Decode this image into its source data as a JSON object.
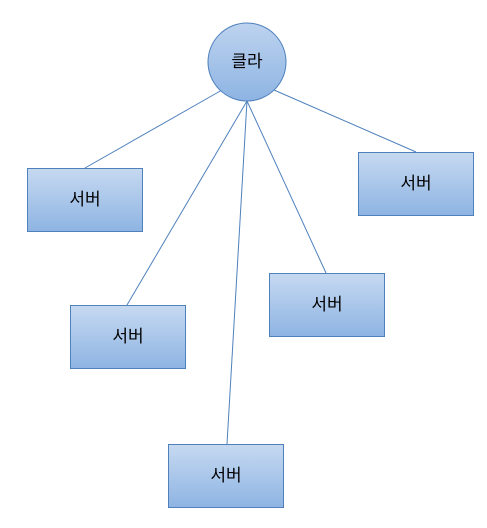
{
  "diagram": {
    "client": {
      "label": "클라"
    },
    "servers": [
      {
        "label": "서버"
      },
      {
        "label": "서버"
      },
      {
        "label": "서버"
      },
      {
        "label": "서버"
      },
      {
        "label": "서버"
      }
    ]
  }
}
